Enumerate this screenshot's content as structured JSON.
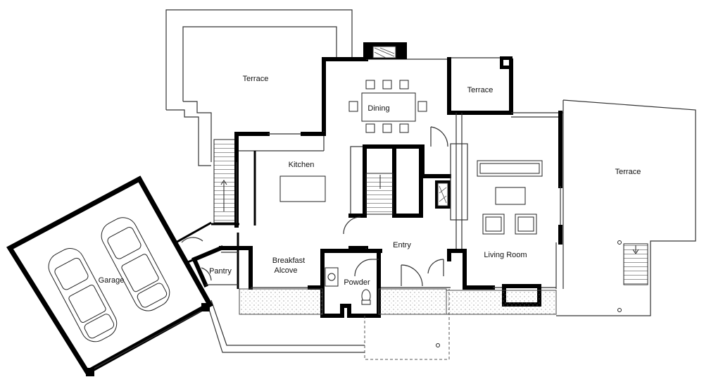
{
  "rooms": {
    "terrace_left": "Terrace",
    "terrace_middle": "Terrace",
    "terrace_right": "Terrace",
    "dining": "Dining",
    "kitchen": "Kitchen",
    "garage": "Garage",
    "pantry": "Pantry",
    "breakfast_line1": "Breakfast",
    "breakfast_line2": "Alcove",
    "entry": "Entry",
    "powder": "Powder",
    "living_room": "Living Room"
  }
}
